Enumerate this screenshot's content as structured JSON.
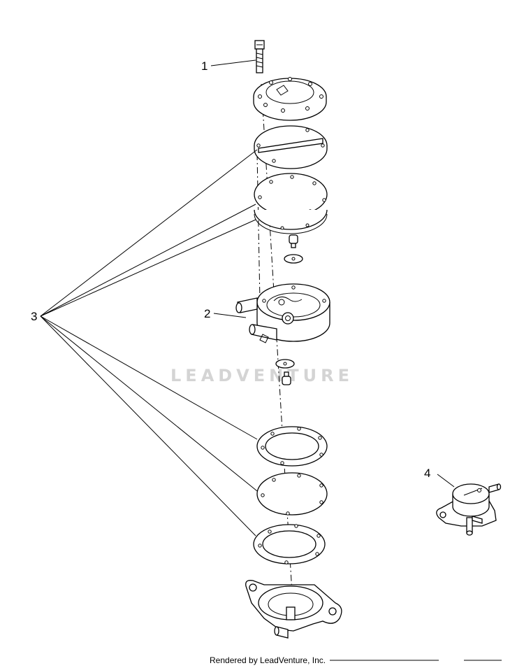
{
  "labels": {
    "part1": "1",
    "part2": "2",
    "part3": "3",
    "part4": "4"
  },
  "watermark": "LEADVENTURE",
  "footer": "Rendered by LeadVenture, Inc."
}
